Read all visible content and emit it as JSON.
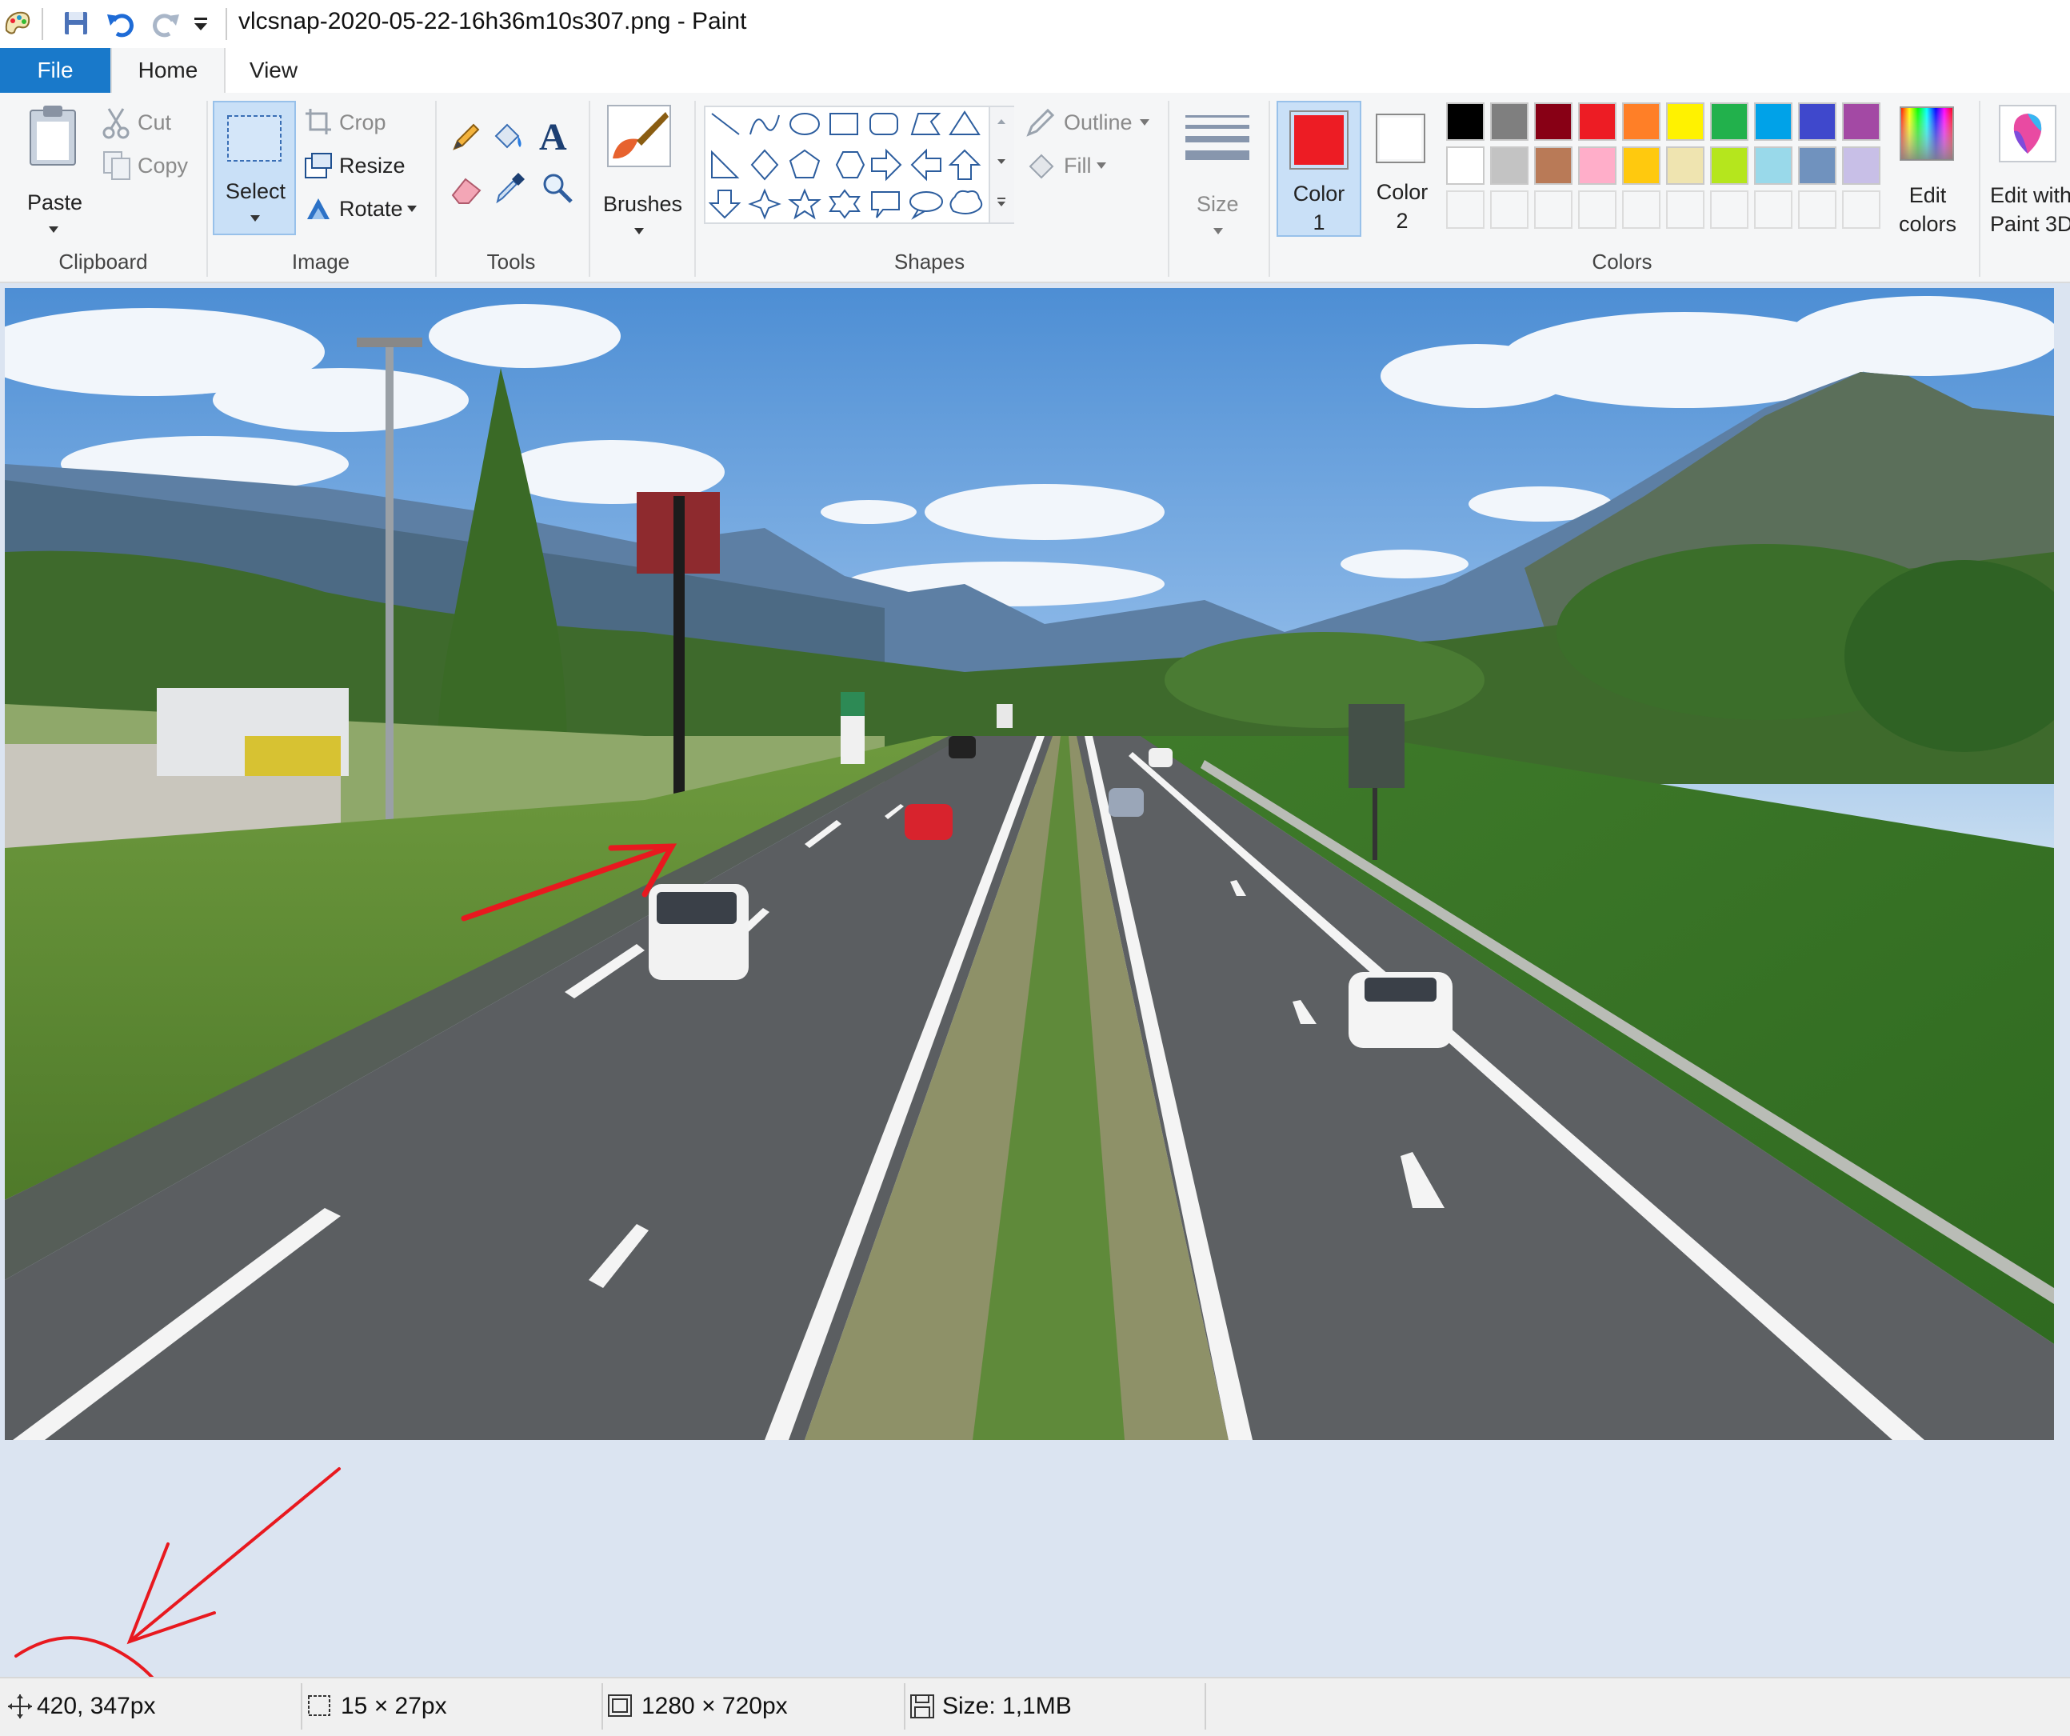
{
  "window": {
    "title": "vlcsnap-2020-05-22-16h36m10s307.png - Paint"
  },
  "tabs": [
    {
      "label": "File"
    },
    {
      "label": "Home"
    },
    {
      "label": "View"
    }
  ],
  "ribbon": {
    "clipboard": {
      "paste": "Paste",
      "cut": "Cut",
      "copy": "Copy",
      "group": "Clipboard"
    },
    "image": {
      "select": "Select",
      "crop": "Crop",
      "resize": "Resize",
      "rotate": "Rotate",
      "group": "Image"
    },
    "tools": {
      "group": "Tools"
    },
    "brushes": {
      "label": "Brushes"
    },
    "shapes": {
      "outline": "Outline",
      "fill": "Fill",
      "group": "Shapes"
    },
    "size": {
      "label": "Size"
    },
    "colors": {
      "color1_line1": "Color",
      "color1_line2": "1",
      "color2_line1": "Color",
      "color2_line2": "2",
      "edit_line1": "Edit",
      "edit_line2": "colors",
      "paint3d_line1": "Edit with",
      "paint3d_line2": "Paint 3D",
      "group": "Colors",
      "color1": "#ed1c24",
      "color2": "#ffffff",
      "palette_row1": [
        "#000000",
        "#7f7f7f",
        "#880015",
        "#ed1c24",
        "#ff7f27",
        "#fff200",
        "#22b14c",
        "#00a2e8",
        "#3f48cc",
        "#a349a4"
      ],
      "palette_row2": [
        "#ffffff",
        "#c3c3c3",
        "#b97a57",
        "#ffaec9",
        "#ffc90e",
        "#efe4b0",
        "#b5e61d",
        "#99d9ea",
        "#7092be",
        "#c8bfe7"
      ]
    }
  },
  "status": {
    "cursor_pos": "420, 347px",
    "selection_size": "15 × 27px",
    "image_size": "1280 × 720px",
    "file_size": "Size: 1,1MB"
  },
  "annotations": {
    "arrow_color": "#e8191f"
  }
}
